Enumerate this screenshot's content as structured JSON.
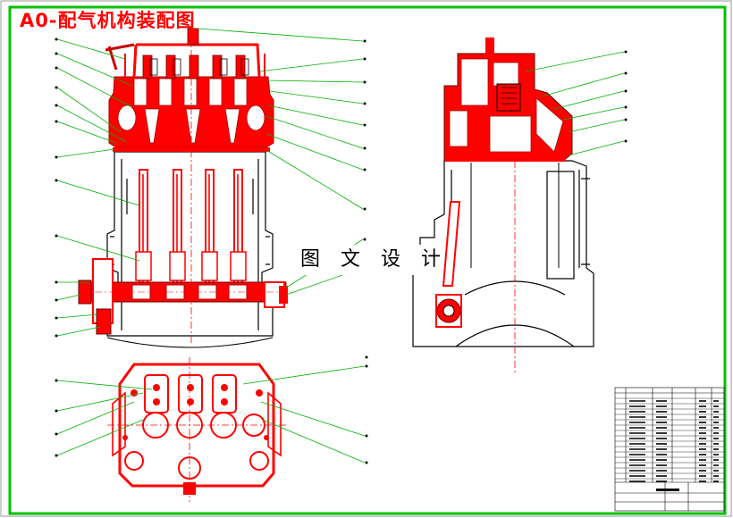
{
  "drawing": {
    "title": "A0-配气机构装配图",
    "watermark": "图 文 设 计"
  },
  "colors": {
    "frame": "#00c000",
    "section": "#ff0000",
    "outline": "#000000",
    "leader": "#00b000"
  },
  "views": [
    {
      "name": "front-section-view"
    },
    {
      "name": "side-section-view"
    },
    {
      "name": "top-view"
    }
  ],
  "title_block": {
    "name": "parts-list-title-block"
  }
}
